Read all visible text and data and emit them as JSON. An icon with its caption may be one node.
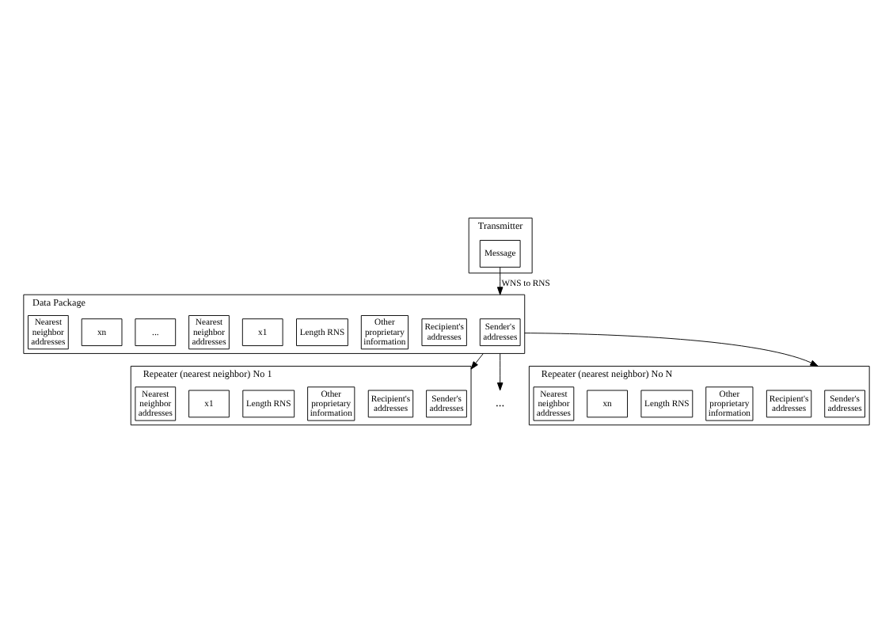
{
  "diagram": {
    "nodes": [
      {
        "text": [
          "Transmitter"
        ]
      },
      {
        "text": [
          "Message"
        ],
        "in": 0
      },
      {
        "text": [
          "Data Package"
        ]
      },
      {
        "text": [
          "Sender's addresses"
        ],
        "in": 2
      },
      {
        "text": [
          "Recipient's addresses"
        ],
        "in": 2
      },
      {
        "text": [
          "Other proprietary information"
        ],
        "in": 2
      },
      {
        "text": [
          "Length RNS"
        ],
        "in": 2
      },
      {
        "text": [
          "x1"
        ],
        "in": 2
      },
      {
        "text": [
          "Nearest neighbor addresses"
        ],
        "in": 2
      },
      {
        "text": [
          "..."
        ],
        "in": 2
      },
      {
        "text": [
          "xn"
        ],
        "in": 2
      },
      {
        "text": [
          "Nearest neighbor addresses"
        ],
        "in": 2
      },
      {
        "text": [
          "Repeater (nearest neighbor) No 1"
        ]
      },
      {
        "text": [
          "Sender's addresses"
        ],
        "in": 12
      },
      {
        "text": [
          "Recipient's addresses"
        ],
        "in": 12
      },
      {
        "text": [
          "Other proprietary information"
        ],
        "in": 12
      },
      {
        "text": [
          "Length RNS"
        ],
        "in": 12
      },
      {
        "text": [
          "x1"
        ],
        "in": 12
      },
      {
        "text": [
          "Nearest neighbor addresses"
        ],
        "in": 12
      },
      {
        "text": [
          "..."
        ]
      },
      {
        "text": [
          "Repeater (nearest neighbor) No N"
        ]
      },
      {
        "text": [
          "Sender's addresses"
        ],
        "in": 20
      },
      {
        "text": [
          "Recipient's addresses"
        ],
        "in": 20
      },
      {
        "text": [
          "Other proprietary information"
        ],
        "in": 20
      },
      {
        "text": [
          "Length RNS"
        ],
        "in": 20
      },
      {
        "text": [
          "xn"
        ],
        "in": 20
      },
      {
        "text": [
          "Nearest neighbor addresses"
        ],
        "in": 20
      }
    ],
    "edges": [
      {
        "from": 1,
        "to": 2,
        "arrow": "to",
        "label": "WNS to RNS"
      },
      {
        "from": 2,
        "to": 12,
        "arrow": "to"
      },
      {
        "from": 2,
        "to": 19,
        "arrow": "to"
      },
      {
        "from": 2,
        "to": 20,
        "arrow": "to"
      }
    ]
  }
}
